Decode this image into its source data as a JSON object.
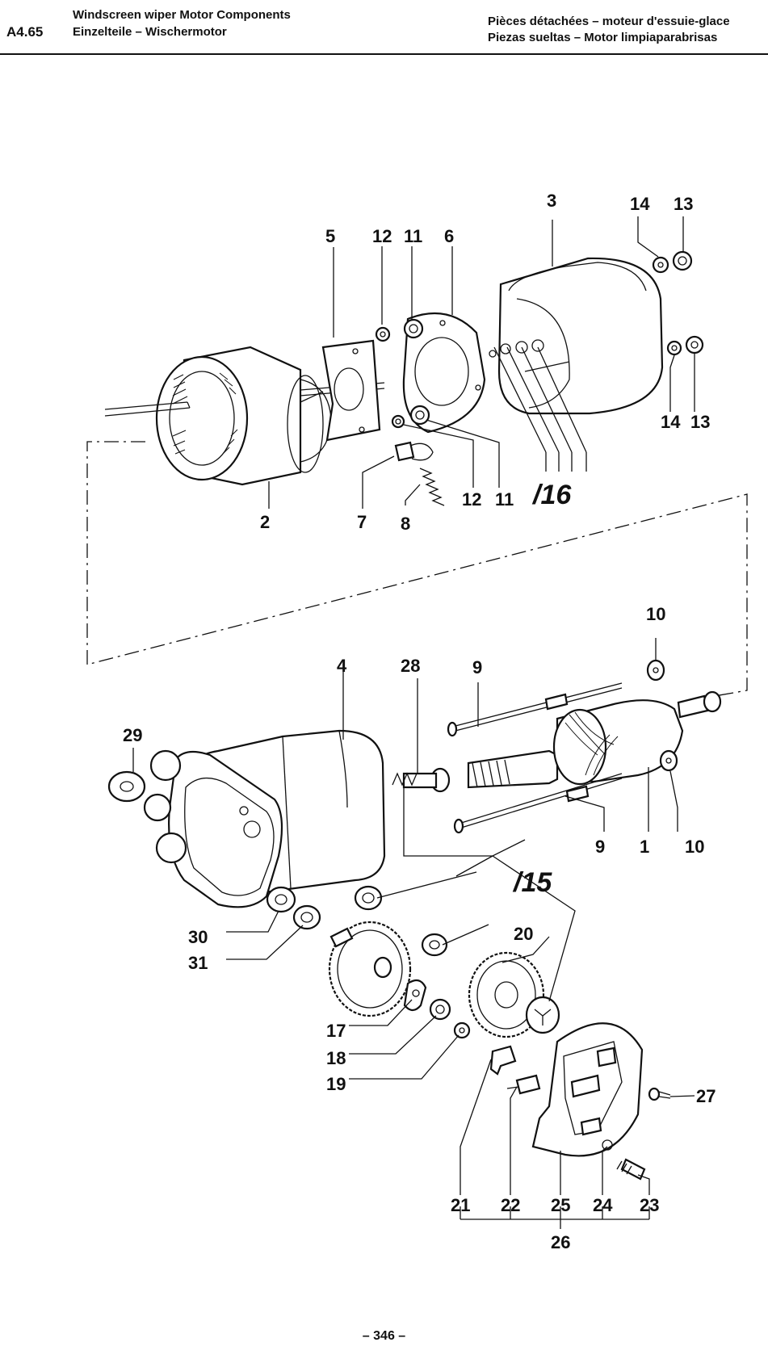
{
  "header": {
    "code": "A4.65",
    "title_en": "Windscreen wiper Motor Components",
    "title_de": "Einzelteile – Wischermotor",
    "title_fr": "Pièces détachées – moteur d'essuie-glace",
    "title_es": "Piezas sueltas – Motor limpiaparabrisas"
  },
  "callouts": {
    "c1": "1",
    "c2": "2",
    "c3": "3",
    "c4": "4",
    "c5": "5",
    "c6": "6",
    "c7": "7",
    "c8": "8",
    "c9a": "9",
    "c9b": "9",
    "c10a": "10",
    "c10b": "10",
    "c11a": "11",
    "c11b": "11",
    "c12a": "12",
    "c12b": "12",
    "c13a": "13",
    "c13b": "13",
    "c14a": "14",
    "c14b": "14",
    "c15": "15",
    "c16": "16",
    "c17": "17",
    "c18": "18",
    "c19": "19",
    "c20": "20",
    "c21": "21",
    "c22": "22",
    "c23": "23",
    "c24": "24",
    "c25": "25",
    "c26": "26",
    "c27": "27",
    "c28": "28",
    "c29": "29",
    "c30": "30",
    "c31": "31"
  },
  "footer": {
    "page": "– 346 –"
  }
}
